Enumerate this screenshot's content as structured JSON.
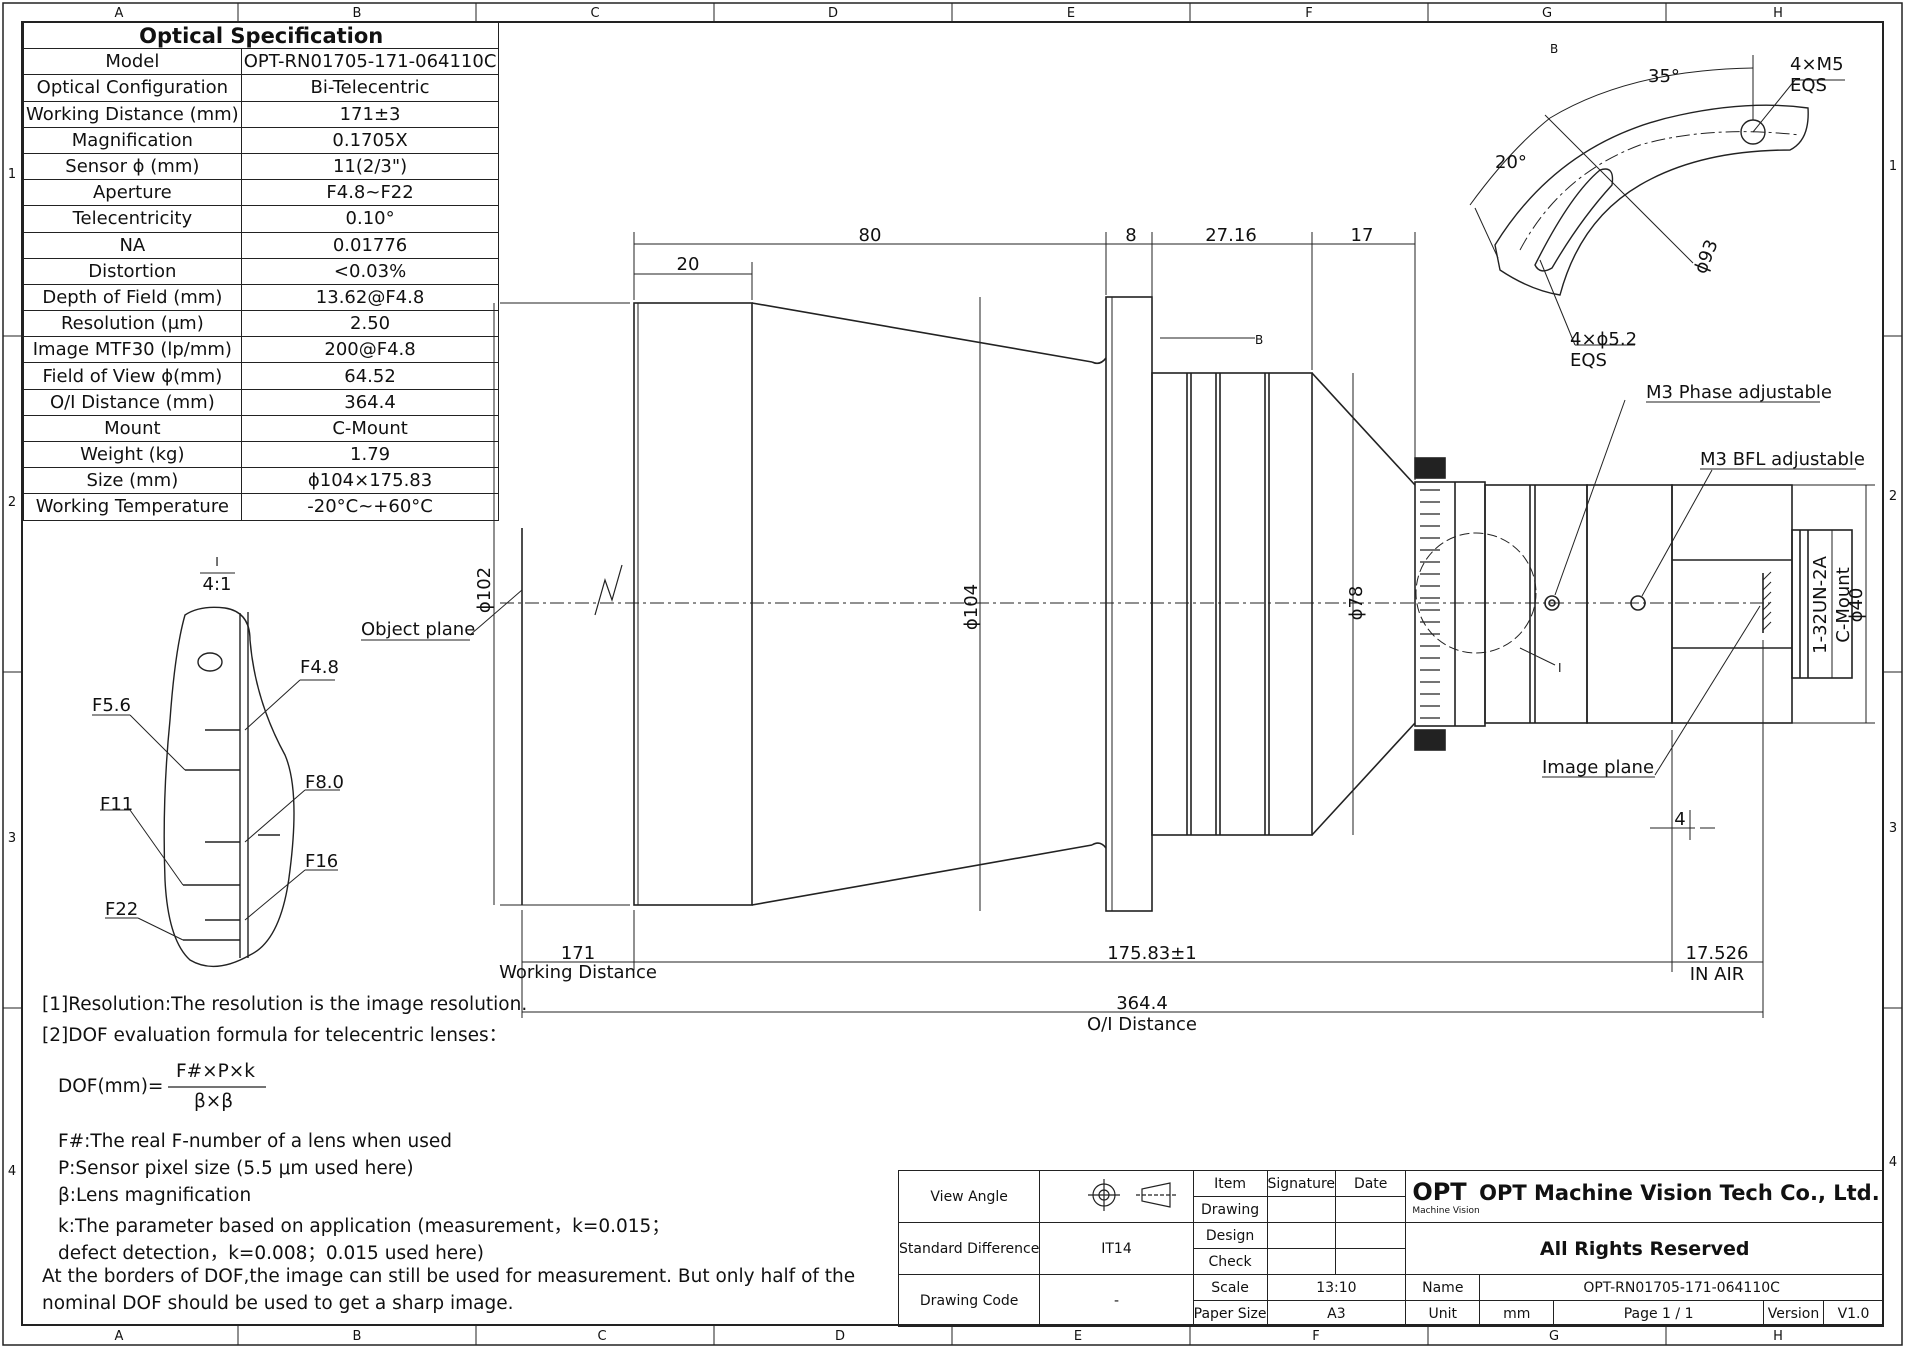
{
  "grid": {
    "columns": [
      "A",
      "B",
      "C",
      "D",
      "E",
      "F",
      "G",
      "H"
    ],
    "rows": [
      "1",
      "2",
      "3",
      "4"
    ]
  },
  "spec": {
    "title": "Optical Specification",
    "rows": [
      {
        "k": "Model",
        "v": "OPT-RN01705-171-064110C"
      },
      {
        "k": "Optical Configuration",
        "v": "Bi-Telecentric"
      },
      {
        "k": "Working Distance (mm)",
        "v": "171±3"
      },
      {
        "k": "Magnification",
        "v": "0.1705X"
      },
      {
        "k": "Sensor ϕ (mm)",
        "v": "11(2/3\")"
      },
      {
        "k": "Aperture",
        "v": "F4.8~F22"
      },
      {
        "k": "Telecentricity",
        "v": "0.10°"
      },
      {
        "k": "NA",
        "v": "0.01776"
      },
      {
        "k": "Distortion",
        "v": "<0.03%"
      },
      {
        "k": "Depth of Field (mm)",
        "v": "13.62@F4.8"
      },
      {
        "k": "Resolution (μm)",
        "v": "2.50"
      },
      {
        "k": "Image MTF30 (lp/mm)",
        "v": "200@F4.8"
      },
      {
        "k": "Field of View ϕ(mm)",
        "v": "64.52"
      },
      {
        "k": "O/I Distance (mm)",
        "v": "364.4"
      },
      {
        "k": "Mount",
        "v": "C-Mount"
      },
      {
        "k": "Weight (kg)",
        "v": "1.79"
      },
      {
        "k": "Size (mm)",
        "v": "ϕ104×175.83"
      },
      {
        "k": "Working Temperature",
        "v": "-20°C~+60°C"
      }
    ]
  },
  "detail_I": {
    "label": "I",
    "scale": "4:1",
    "marks": [
      "F4.8",
      "F5.6",
      "F8.0",
      "F11",
      "F16",
      "F22"
    ]
  },
  "detail_B": {
    "label": "B",
    "angle1": "35°",
    "angle2": "20°",
    "holes": "4×M5",
    "holes_eqs": "EQS",
    "pin": "4×ϕ5.2",
    "pin_eqs": "EQS",
    "dia": "ϕ93"
  },
  "drawing": {
    "dims": {
      "d80": "80",
      "d20": "20",
      "d8": "8",
      "d2716": "27.16",
      "d17": "17",
      "phi102": "ϕ102",
      "phi104": "ϕ104",
      "phi78": "ϕ78",
      "phi40": "ϕ40",
      "thread": "1-32UN-2A",
      "cmount": "C-Mount",
      "d4": "4",
      "d171": "171",
      "working_distance": "Working Distance",
      "d17583": "175.83±1",
      "d17526": "17.526",
      "in_air": "IN AIR",
      "d3644": "364.4",
      "oi_distance": "O/I Distance"
    },
    "callouts": {
      "object_plane": "Object plane",
      "image_plane": "Image plane",
      "m3_phase": "M3 Phase adjustable",
      "m3_bfl": "M3 BFL adjustable",
      "view_b": "B",
      "view_i": "I"
    }
  },
  "notes": {
    "n1": "[1]Resolution:The resolution is  the image resolution.",
    "n2": "[2]DOF evaluation formula for telecentric lenses：",
    "dof_lhs": "DOF(mm)=",
    "dof_num": "F#×P×k",
    "dof_den": "β×β",
    "f": "F#:The real F-number of a lens when used",
    "p": "P:Sensor pixel size (5.5 μm used here)",
    "b": "β:Lens magnification",
    "k1": "k:The parameter based on application (measurement，k=0.015；",
    "k2": "defect detection，k=0.008；0.015 used here)",
    "b1": "At the borders of DOF,the image can still be used for measurement. But only half of the",
    "b2": "nominal DOF should be used to get a sharp image."
  },
  "title_block": {
    "view_angle": "View Angle",
    "standard_difference": "Standard Difference",
    "it14": "IT14",
    "drawing_code": "Drawing Code",
    "dash": "-",
    "item": "Item",
    "signature": "Signature",
    "date": "Date",
    "drawing": "Drawing",
    "design": "Design",
    "check": "Check",
    "scale": "Scale",
    "scale_val": "13:10",
    "paper_size": "Paper Size",
    "paper_val": "A3",
    "logo": "OPT",
    "logo_sub": "Machine Vision",
    "company": "OPT Machine Vision Tech Co., Ltd.",
    "rights": "All Rights Reserved",
    "name": "Name",
    "name_val": "OPT-RN01705-171-064110C",
    "unit": "Unit",
    "unit_val": "mm",
    "page": "Page 1 / 1",
    "version": "Version",
    "version_val": "V1.0"
  }
}
